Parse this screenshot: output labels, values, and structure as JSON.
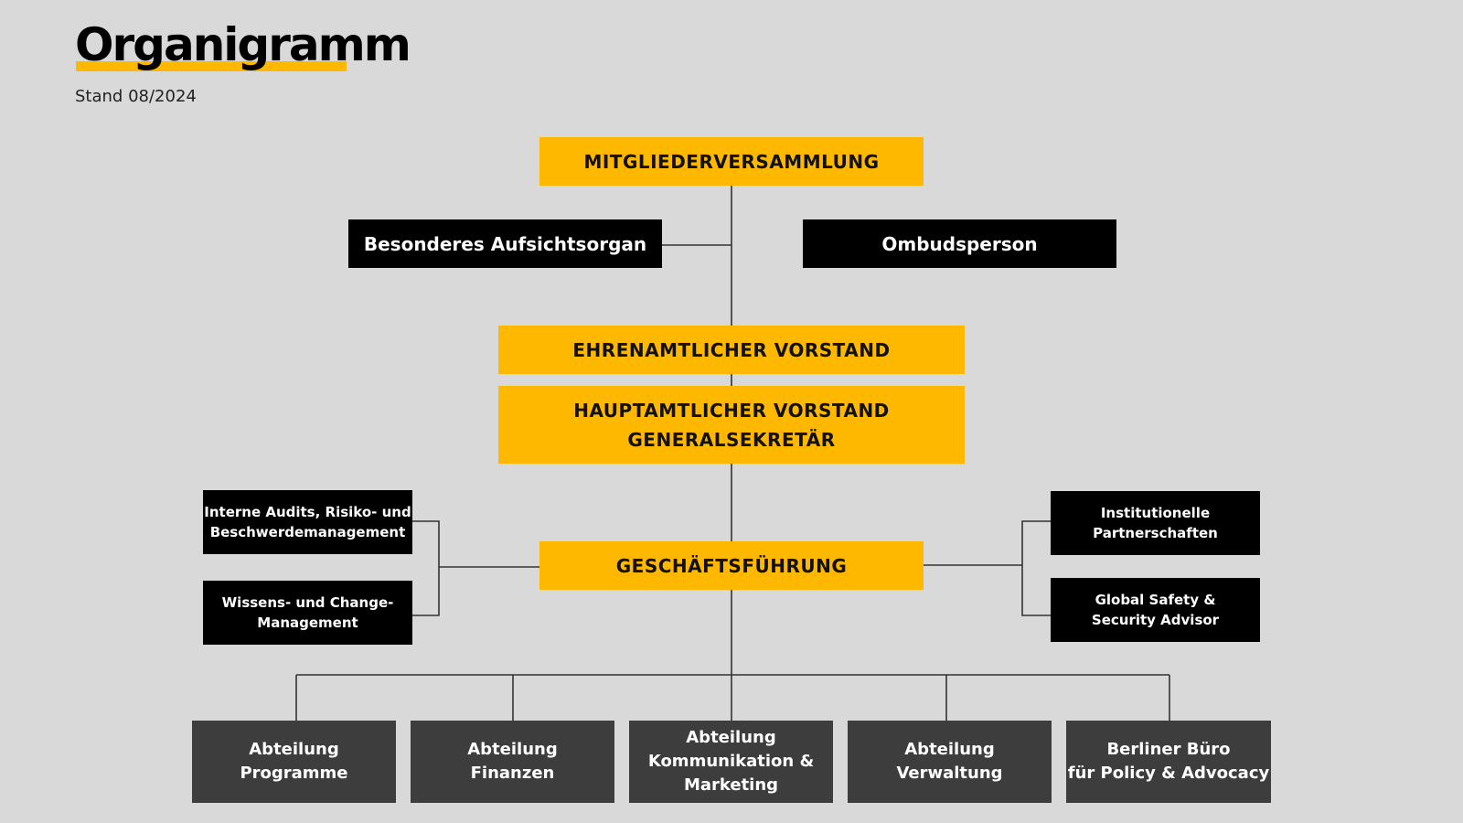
{
  "header": {
    "title": "Organigramm",
    "subtitle": "Stand 08/2024"
  },
  "colors": {
    "accent": "#ffb800",
    "background": "#d9d9d9",
    "black_box": "#000000",
    "department_box": "#3d3d3d",
    "line": "#333333"
  },
  "nodes": {
    "mitgliederversammlung": "MITGLIEDERVERSAMMLUNG",
    "aufsichtsorgan": "Besonderes Aufsichtsorgan",
    "ombudsperson": "Ombudsperson",
    "ehrenamtlicher_vorstand": "EHRENAMTLICHER VORSTAND",
    "hauptamtlicher_vorstand": "HAUPTAMTLICHER  VORSTAND\nGENERALSEKRETÄR",
    "geschaeftsfuehrung": "GESCHÄFTSFÜHRUNG",
    "interne_audits": "Interne Audits, Risiko- und\nBeschwerdemanagement",
    "wissens_management": "Wissens- und Change-\nManagement",
    "partnerschaften": "Institutionelle\nPartnerschaften",
    "safety_advisor": "Global Safety &\nSecurity Advisor",
    "abt_programme": "Abteilung\nProgramme",
    "abt_finanzen": "Abteilung\nFinanzen",
    "abt_kommunikation": "Abteilung\nKommunikation &\nMarketing",
    "abt_verwaltung": "Abteilung\nVerwaltung",
    "berliner_buero": "Berliner Büro\nfür Policy & Advocacy"
  }
}
